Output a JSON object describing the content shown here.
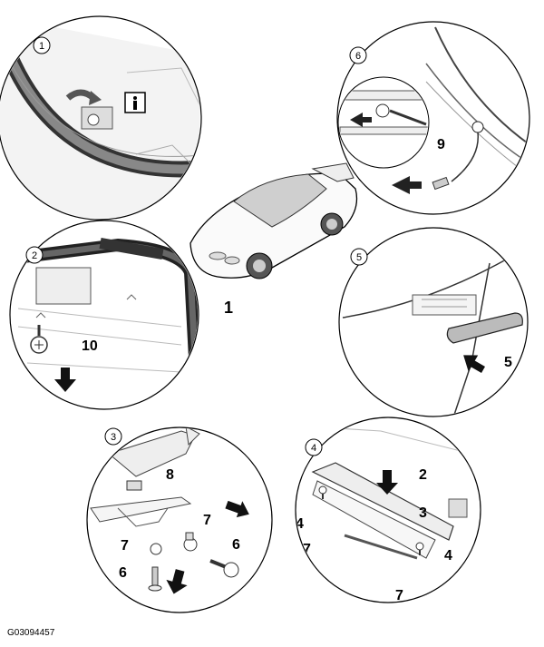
{
  "figure_id": "G03094457",
  "car_label": "1",
  "panels": [
    {
      "badge": "1",
      "labels": []
    },
    {
      "badge": "2",
      "labels": [
        "10"
      ]
    },
    {
      "badge": "3",
      "labels": [
        "8",
        "7",
        "7",
        "6",
        "6"
      ]
    },
    {
      "badge": "4",
      "labels": [
        "2",
        "3",
        "4",
        "4",
        "7",
        "7"
      ]
    },
    {
      "badge": "5",
      "labels": [
        "5"
      ]
    },
    {
      "badge": "6",
      "labels": [
        "9"
      ]
    }
  ],
  "icons": [
    "info-icon",
    "arrow-icon"
  ]
}
